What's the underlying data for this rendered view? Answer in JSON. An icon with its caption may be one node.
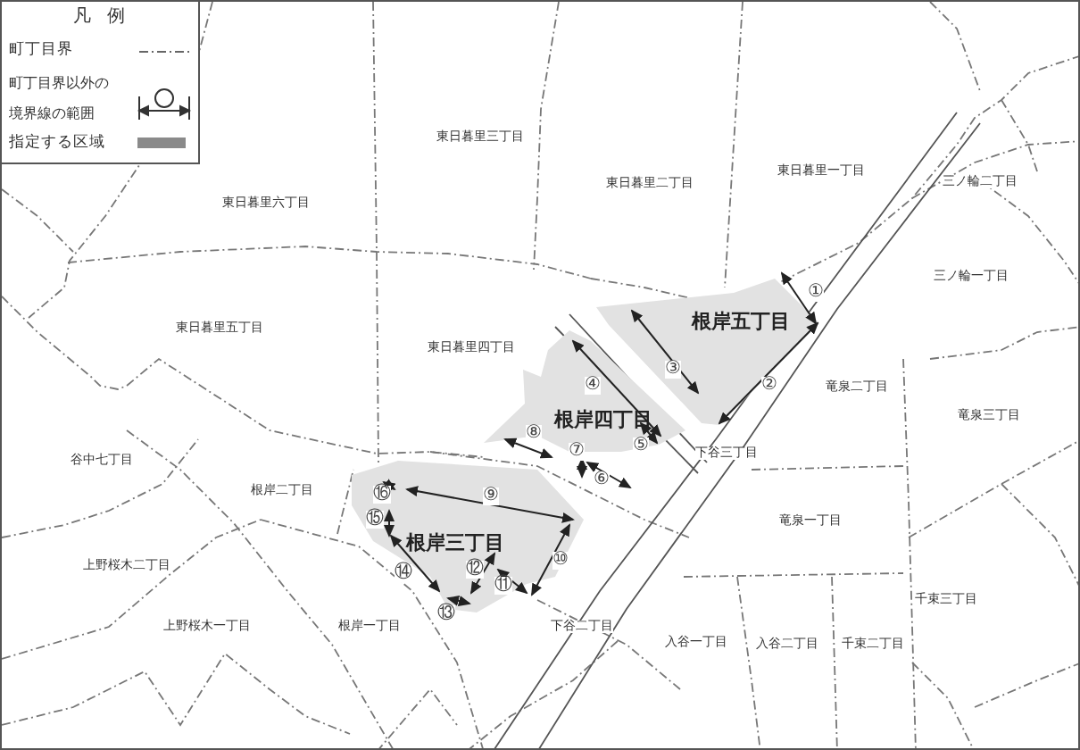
{
  "diagram": {
    "nodes": [
      {
        "text": [
          "根岸五丁目"
        ]
      },
      {
        "text": [
          "根岸四丁目"
        ]
      },
      {
        "text": [
          "根岸三丁目"
        ]
      }
    ],
    "labels": [
      "凡 例",
      "東日暮里三丁目",
      "東日暮里六丁目",
      "東日暮里二丁目",
      "東日暮里一丁目",
      "三ノ輪二丁目",
      "三ノ輪一丁目",
      "東日暮里五丁目",
      "東日暮里四丁目",
      "①",
      "竜泉二丁目",
      "③",
      "④",
      "②",
      "竜泉三丁目",
      "⑧",
      "⑦",
      "⑤",
      "下谷三丁目",
      "谷中七丁目",
      "⑥",
      "⑯",
      "根岸二丁目",
      "⑨",
      "⑮",
      "竜泉一丁目",
      "上野桜木二丁目",
      "⑭",
      "⑫",
      "⑪",
      "⑩",
      "⑬",
      "千束三丁目",
      "上野桜木一丁目",
      "根岸一丁目",
      "下谷二丁目",
      "入谷一丁目",
      "入谷二丁目",
      "千束二丁目"
    ],
    "legend": [
      {
        "text": "町丁目界"
      },
      {
        "text": "町丁目界以外の境界線の範囲"
      },
      {
        "text": "指定する区域",
        "color": "#8a8a8a"
      }
    ]
  }
}
